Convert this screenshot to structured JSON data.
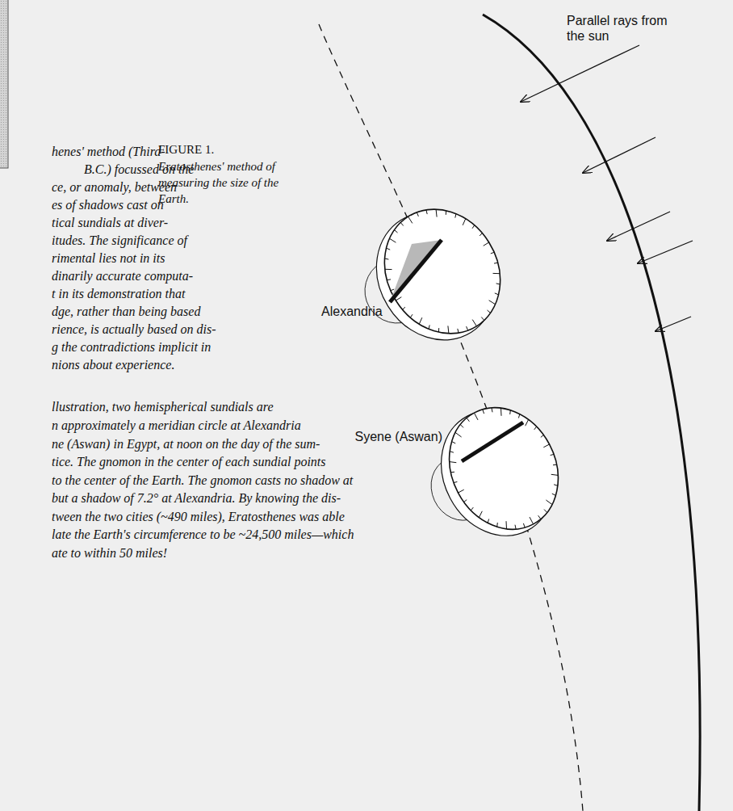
{
  "diagram": {
    "caption": "Eratosthenes' method of measuring the size of the Earth.",
    "labels": [
      "FIGURE 1.",
      "Parallel rays from the sun",
      "Alexandria",
      "Syene (Aswan)",
      "henes' method (Third-",
      "B.C.) focussed on the",
      "ce, or anomaly, between",
      "es of shadows cast on",
      "tical sundials at diver-",
      "itudes. The significance of",
      "rimental lies not in its",
      "dinarily accurate computa-",
      "t in its demonstration that",
      "dge, rather than being based",
      "rience, is actually based on dis-",
      "g the contradictions implicit in",
      "nions about experience.",
      "llustration, two hemispherical sundials are",
      "n approximately a meridian circle at Alexandria",
      "ne (Aswan) in Egypt, at noon on the day of the sum-",
      "tice. The gnomon in the center of each sundial points",
      "to the center of the Earth. The gnomon casts no shadow at",
      "but a shadow of 7.2° at Alexandria. By knowing the dis-",
      "tween the two cities (~490 miles), Eratosthenes was able",
      "late the Earth's circumference to be ~24,500 miles—which",
      "ate to within 50 miles!"
    ]
  }
}
